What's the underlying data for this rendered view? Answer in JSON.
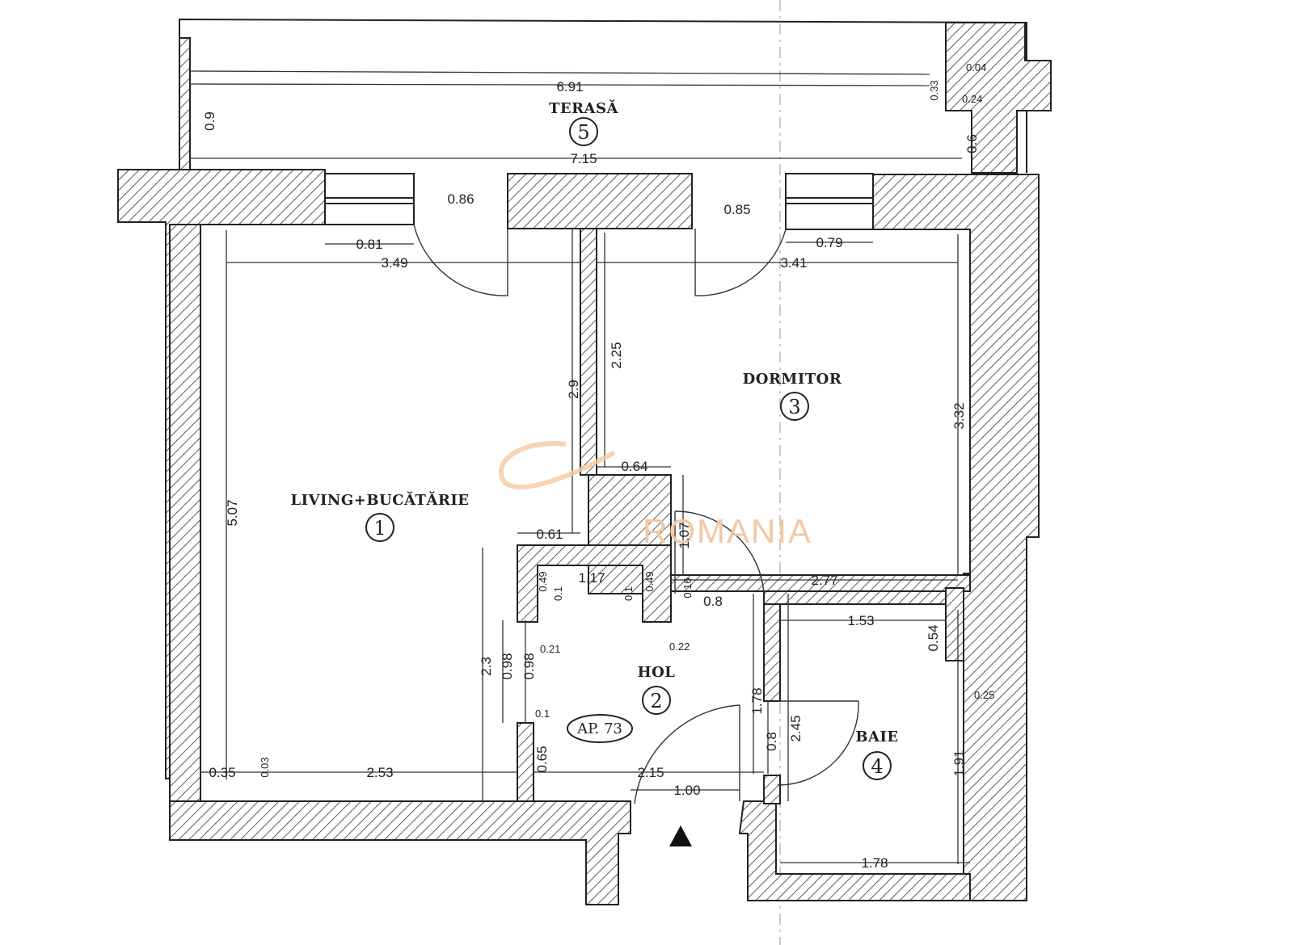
{
  "rooms": {
    "terasa": {
      "name": "TERASĂ",
      "number": "5"
    },
    "living": {
      "name": "LIVING+BUCĂTĂRIE",
      "number": "1"
    },
    "dormitor": {
      "name": "DORMITOR",
      "number": "3"
    },
    "hol": {
      "name": "HOL",
      "number": "2"
    },
    "baie": {
      "name": "BAIE",
      "number": "4"
    }
  },
  "apartment_tag": "AP. 73",
  "watermark": "ROMANIA",
  "dimensions": {
    "terrace_width_inner": "6.91",
    "terrace_width_outer": "7.15",
    "terrace_depth_left": "0.9",
    "terrace_depth_right": "0.6",
    "terrace_step_a": "0.04",
    "terrace_step_b": "0.33",
    "terrace_step_c": "0.24",
    "living_door_opening": "0.86",
    "bedroom_door_opening": "0.85",
    "living_window": "0.81",
    "bedroom_window": "0.79",
    "living_width": "3.49",
    "bedroom_width": "3.41",
    "bedroom_wall_2_25": "2.25",
    "living_wall_2_9": "2.9",
    "bedroom_depth": "3.32",
    "living_depth": "5.07",
    "pillar_0_64": "0.64",
    "pillar_0_61": "0.61",
    "bedroom_door_1_07": "1.07",
    "closet_width": "1.17",
    "closet_side_left": "0.49",
    "closet_side_right": "0.49",
    "small_0_1_a": "0.1",
    "small_0_1_b": "0.1",
    "small_0_16": "0.16",
    "small_0_8_a": "0.8",
    "bedroom_bottom": "2.77",
    "small_0_21": "0.21",
    "small_0_22": "0.22",
    "bath_top": "1.53",
    "bath_0_54": "0.54",
    "bath_0_25": "0.25",
    "hall_2_3": "2.3",
    "hall_0_98_a": "0.98",
    "hall_0_98_b": "0.98",
    "small_0_1_c": "0.1",
    "hall_1_78": "1.78",
    "bath_0_8": "0.8",
    "bath_2_45": "2.45",
    "bath_1_91": "1.91",
    "living_0_35": "0.35",
    "living_0_03": "0.03",
    "living_2_53": "2.53",
    "hall_0_65": "0.65",
    "hall_2_15": "2.15",
    "entry_1_00": "1.00",
    "bath_bottom": "1.78"
  }
}
